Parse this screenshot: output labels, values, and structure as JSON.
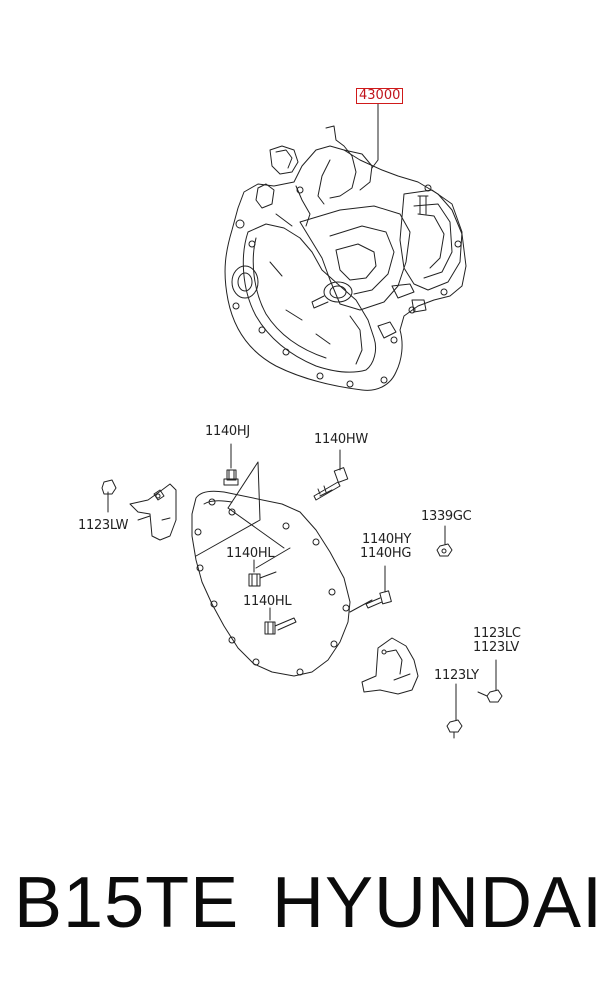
{
  "part_number": "43000",
  "labels": {
    "l1140hj": "1140HJ",
    "l1140hw": "1140HW",
    "l1123lw": "1123LW",
    "l1339gc": "1339GC",
    "l1140hy": "1140HY",
    "l1140hg": "1140HG",
    "l1140hl_a": "1140HL",
    "l1140hl_b": "1140HL",
    "l1123lc": "1123LC",
    "l1123lv": "1123LV",
    "l1123ly": "1123LY"
  },
  "caption": {
    "model": "B15TE",
    "brand": "HYUNDAI"
  },
  "colors": {
    "highlight": "#d01a1a",
    "line": "#222222"
  }
}
